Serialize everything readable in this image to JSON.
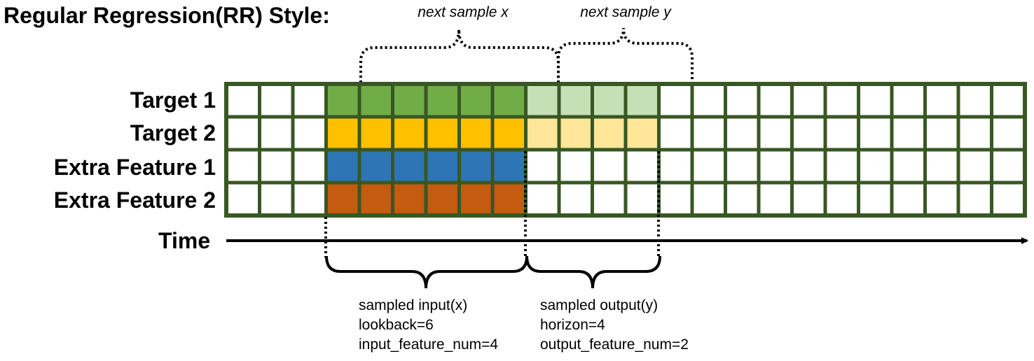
{
  "title": "Regular Regression(RR) Style:",
  "rows": [
    {
      "label": "Target 1",
      "fill": "#70ad47",
      "future_fill": "#c5e0b4"
    },
    {
      "label": "Target 2",
      "fill": "#ffc000",
      "future_fill": "#ffe699"
    },
    {
      "label": "Extra Feature 1",
      "fill": "#2e75b6",
      "future_fill": ""
    },
    {
      "label": "Extra Feature 2",
      "fill": "#c55a11",
      "future_fill": ""
    }
  ],
  "grid": {
    "columns": 24,
    "lookback_start": 3,
    "lookback": 6,
    "horizon": 4,
    "border_color": "#385723",
    "empty_fill": "#ffffff"
  },
  "time_label": "Time",
  "next_x_label": "next sample x",
  "next_y_label": "next sample y",
  "input_note": [
    "sampled input(x)",
    "lookback=6",
    "input_feature_num=4"
  ],
  "output_note": [
    "sampled output(y)",
    "horizon=4",
    "output_feature_num=2"
  ]
}
